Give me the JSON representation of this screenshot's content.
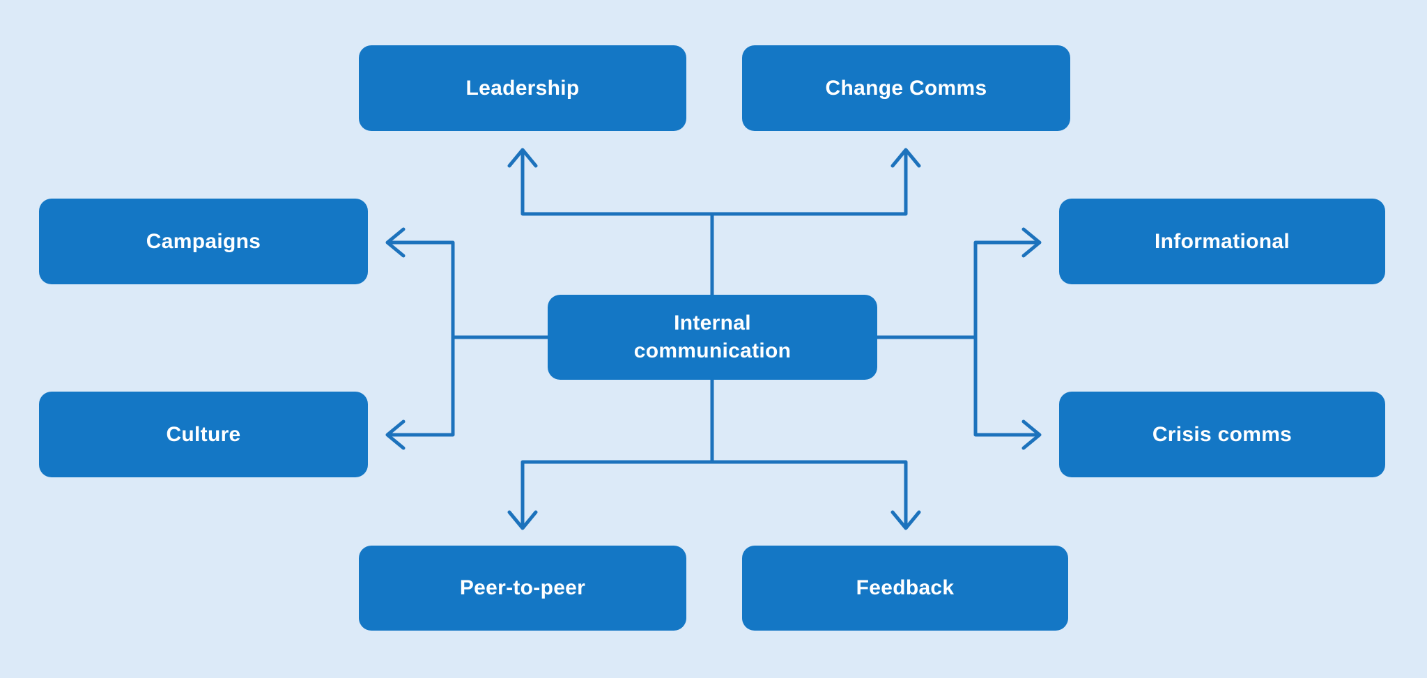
{
  "diagram": {
    "center": {
      "label": "Internal communication",
      "line1": "Internal",
      "line2": "communication"
    },
    "nodes": [
      {
        "id": "leadership",
        "label": "Leadership"
      },
      {
        "id": "change-comms",
        "label": "Change Comms"
      },
      {
        "id": "campaigns",
        "label": "Campaigns"
      },
      {
        "id": "informational",
        "label": "Informational"
      },
      {
        "id": "culture",
        "label": "Culture"
      },
      {
        "id": "crisis-comms",
        "label": "Crisis comms"
      },
      {
        "id": "peer-to-peer",
        "label": "Peer-to-peer"
      },
      {
        "id": "feedback",
        "label": "Feedback"
      }
    ],
    "colors": {
      "background": "#dceaf8",
      "node_fill": "#1477c5",
      "node_text": "#ffffff",
      "connector": "#1c72bc"
    }
  }
}
